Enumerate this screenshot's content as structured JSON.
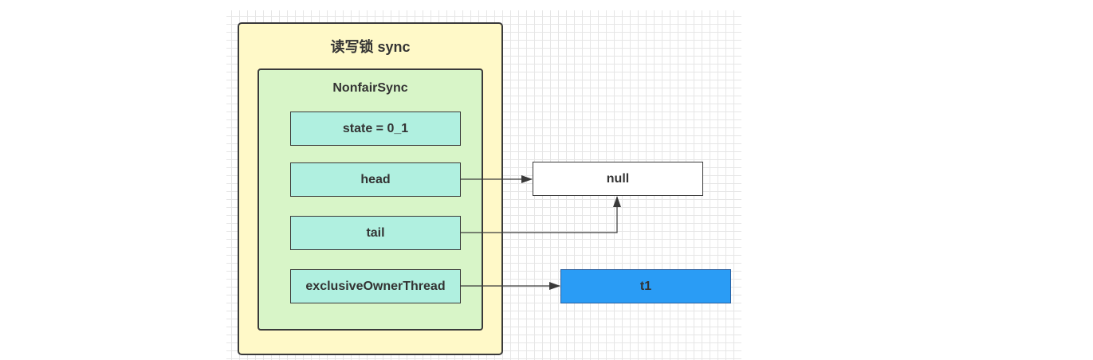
{
  "diagram": {
    "outer": {
      "title": "读写锁 sync"
    },
    "inner": {
      "title": "NonfairSync"
    },
    "fields": [
      {
        "label": "state = 0_1"
      },
      {
        "label": "head"
      },
      {
        "label": "tail"
      },
      {
        "label": "exclusiveOwnerThread"
      }
    ],
    "targets": {
      "null": {
        "label": "null"
      },
      "t1": {
        "label": "t1",
        "color": "#2a9cf5"
      }
    },
    "colors": {
      "outer_fill": "#fff9c8",
      "inner_fill": "#d8f5c8",
      "field_fill": "#b0f0e0",
      "stroke": "#3a3a3a"
    }
  }
}
